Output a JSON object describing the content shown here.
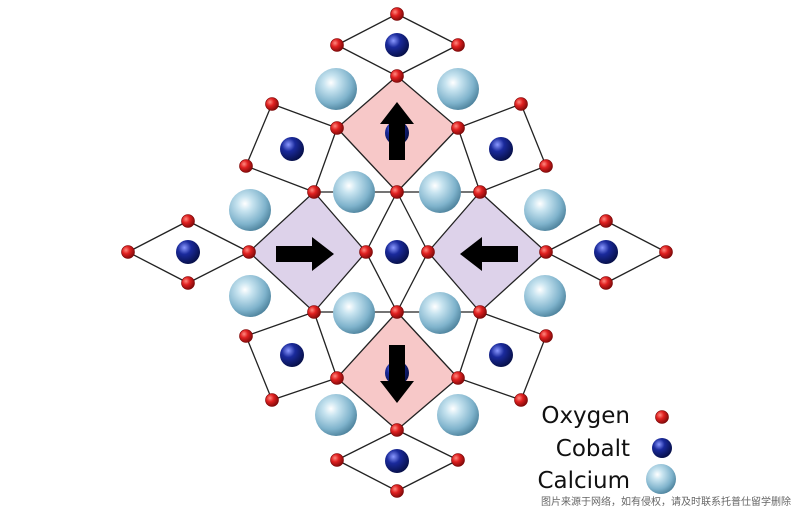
{
  "legend": {
    "oxygen": "Oxygen",
    "cobalt": "Cobalt",
    "calcium": "Calcium"
  },
  "colors": {
    "oxygen": "#e02020",
    "cobalt": "#1a2a9c",
    "calcium": "#8fc4dc",
    "pink_plaquette": "#f7c8c8",
    "lavender_plaquette": "#ddd2ea",
    "arrow": "#000000"
  },
  "arrows": {
    "top": "up",
    "bottom": "down",
    "left": "right",
    "right": "left"
  },
  "watermark": "图片来源于网络，如有侵权，请及时联系托普仕留学删除"
}
